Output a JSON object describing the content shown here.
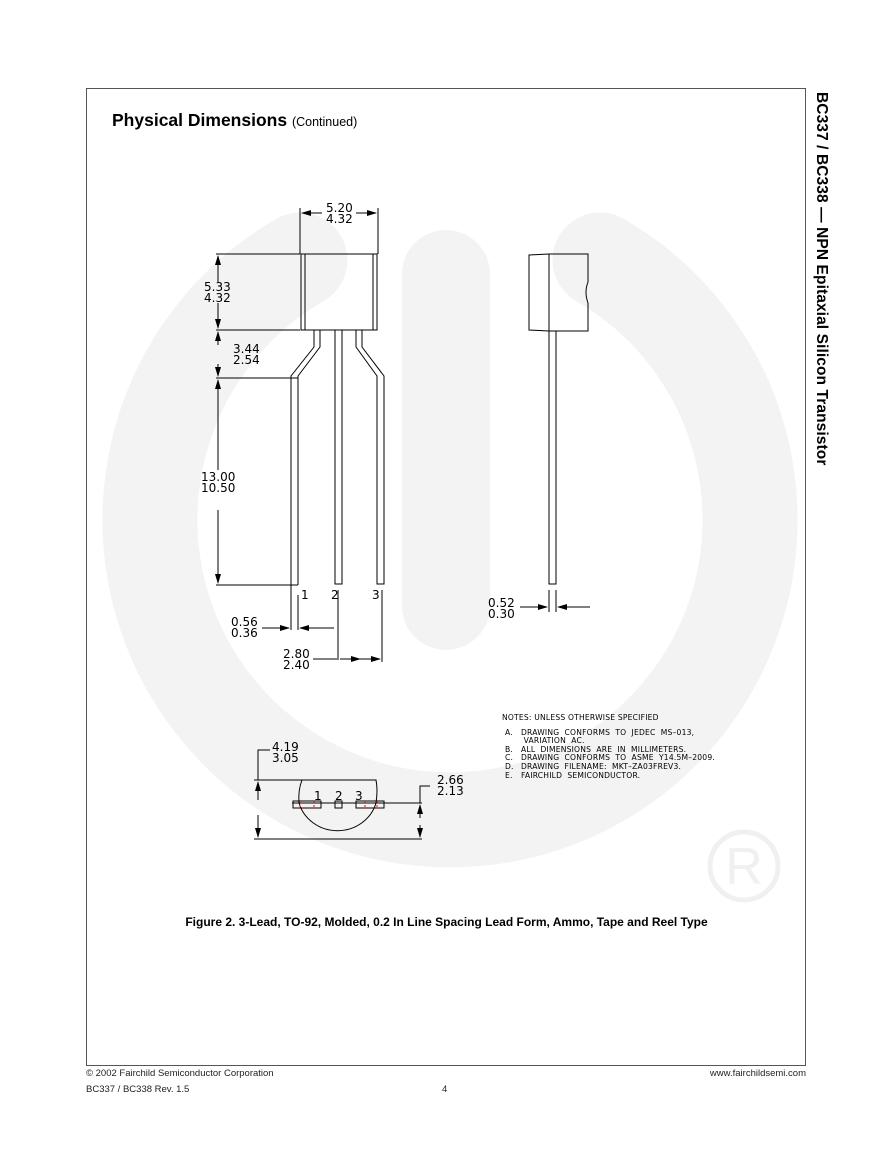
{
  "page": {
    "title": "Physical Dimensions",
    "title_suffix": "(Continued)",
    "side_title": "BC337 / BC338 — NPN Epitaxial Silicon Transistor"
  },
  "front_view": {
    "body_width": {
      "max": "5.20",
      "min": "4.32"
    },
    "body_height": {
      "max": "5.33",
      "min": "4.32"
    },
    "bend_length": {
      "max": "3.44",
      "min": "2.54"
    },
    "lead_length": {
      "max": "13.00",
      "min": "10.50"
    },
    "lead_width": {
      "max": "0.56",
      "min": "0.36"
    },
    "lead_pitch": {
      "max": "2.80",
      "min": "2.40"
    },
    "pin_labels": [
      "1",
      "2",
      "3"
    ]
  },
  "side_view": {
    "lead_thickness": {
      "max": "0.52",
      "min": "0.30"
    }
  },
  "bottom_view": {
    "overall_depth": {
      "max": "4.19",
      "min": "3.05"
    },
    "flat_to_edge": {
      "max": "2.66",
      "min": "2.13"
    },
    "pin_labels": [
      "1",
      "2",
      "3"
    ]
  },
  "notes": {
    "header": "NOTES:  UNLESS  OTHERWISE  SPECIFIED",
    "items": [
      {
        "key": "A.",
        "text": "DRAWING  CONFORMS  TO  JEDEC  MS–013,\n VARIATION  AC."
      },
      {
        "key": "B.",
        "text": "ALL  DIMENSIONS  ARE  IN  MILLIMETERS."
      },
      {
        "key": "C.",
        "text": "DRAWING  CONFORMS  TO  ASME  Y14.5M–2009."
      },
      {
        "key": "D.",
        "text": "DRAWING  FILENAME:  MKT–ZA03FREV3."
      },
      {
        "key": "E.",
        "text": "FAIRCHILD  SEMICONDUCTOR."
      }
    ]
  },
  "caption": "Figure 2. 3-Lead, TO-92, Molded, 0.2 In Line Spacing Lead Form, Ammo, Tape and Reel Type",
  "footer": {
    "copyright": "© 2002 Fairchild Semiconductor Corporation",
    "website": "www.fairchildsemi.com",
    "revision": "BC337 / BC338 Rev. 1.5",
    "page_number": "4"
  },
  "colors": {
    "watermark": "#f3f3f3",
    "frame": "#555555",
    "ink": "#000000",
    "hidden_line": "#ff0000"
  },
  "icons": {
    "watermark": "fairchild-power-logo-watermark",
    "registered": "registered-trademark-icon"
  }
}
